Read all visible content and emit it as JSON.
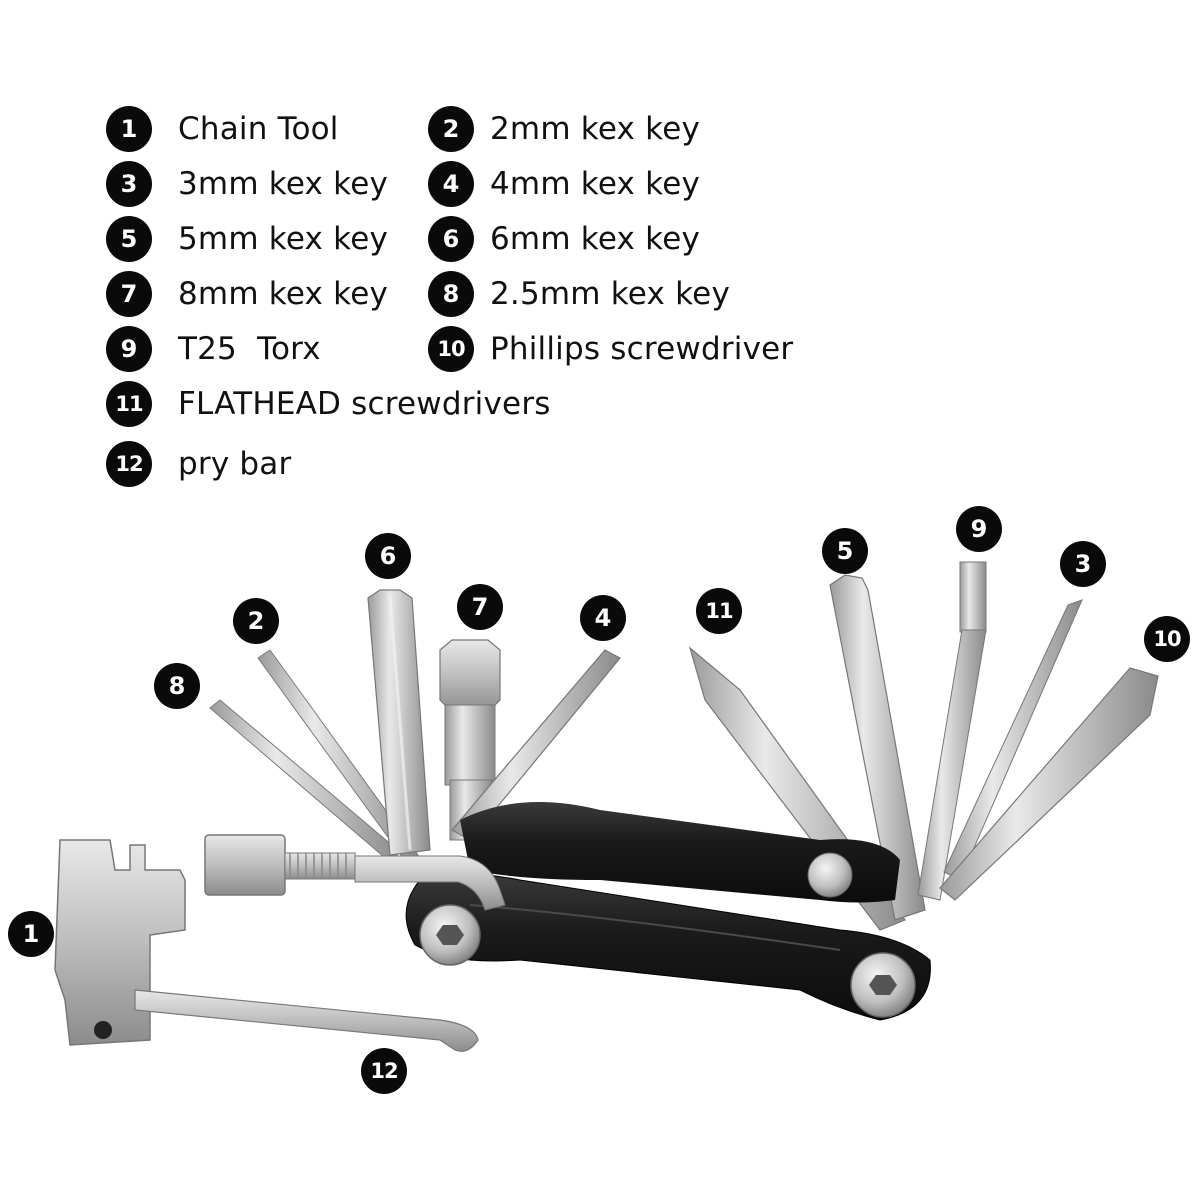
{
  "legend": [
    {
      "num": "1",
      "label": "Chain Tool"
    },
    {
      "num": "2",
      "label": "2mm kex key"
    },
    {
      "num": "3",
      "label": "3mm kex key"
    },
    {
      "num": "4",
      "label": "4mm kex key"
    },
    {
      "num": "5",
      "label": "5mm kex key"
    },
    {
      "num": "6",
      "label": "6mm kex key"
    },
    {
      "num": "7",
      "label": "8mm kex key"
    },
    {
      "num": "8",
      "label": "2.5mm kex key"
    },
    {
      "num": "9",
      "label": "T25  Torx"
    },
    {
      "num": "10",
      "label": "Phillips screwdriver"
    },
    {
      "num": "11",
      "label": "FLATHEAD screwdrivers"
    },
    {
      "num": "12",
      "label": "pry bar"
    }
  ],
  "callouts": [
    "1",
    "2",
    "3",
    "4",
    "5",
    "6",
    "7",
    "8",
    "9",
    "10",
    "11",
    "12"
  ],
  "colors": {
    "badge": "#0a0a0a",
    "steel": "#c9c9c9",
    "body": "#1e1e1e"
  }
}
